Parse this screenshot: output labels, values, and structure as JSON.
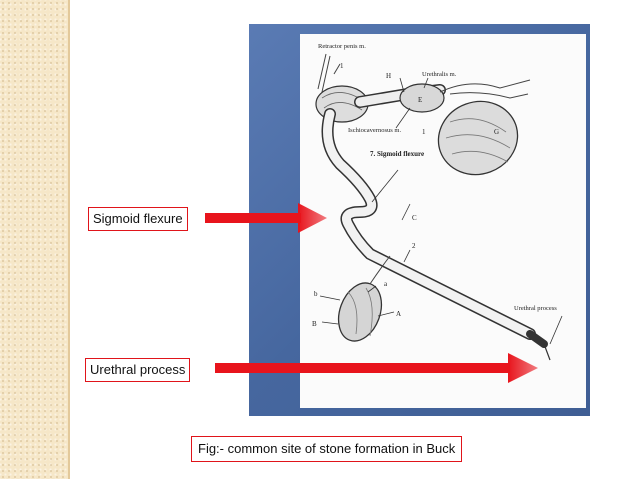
{
  "diagram": {
    "labels": {
      "retractor_penis": "Retractor penis m.",
      "urethralis": "Urethralis m.",
      "ischiocavernosus": "Ischiocavernosus m.",
      "sigmoid_flexure_caption": "7. Sigmoid flexure",
      "urethral_process_caption": "Urethral process",
      "letter_h": "H",
      "letter_e": "E",
      "letter_g": "G",
      "letter_c": "C",
      "letter_a_small": "a",
      "letter_b_small": "b",
      "letter_a_cap": "A",
      "letter_b_cap": "B",
      "num_1_top": "1",
      "num_1_mid": "1",
      "num_2": "2"
    }
  },
  "callouts": {
    "sigmoid_flexure": "Sigmoid flexure",
    "urethral_process": "Urethral process"
  },
  "caption": "Fig:- common site of stone formation in Buck",
  "colors": {
    "frame_blue": "#4f6fa6",
    "arrow_red": "#e8141c",
    "border_red": "#e0141a",
    "strip_beige": "#f6e7c8"
  }
}
